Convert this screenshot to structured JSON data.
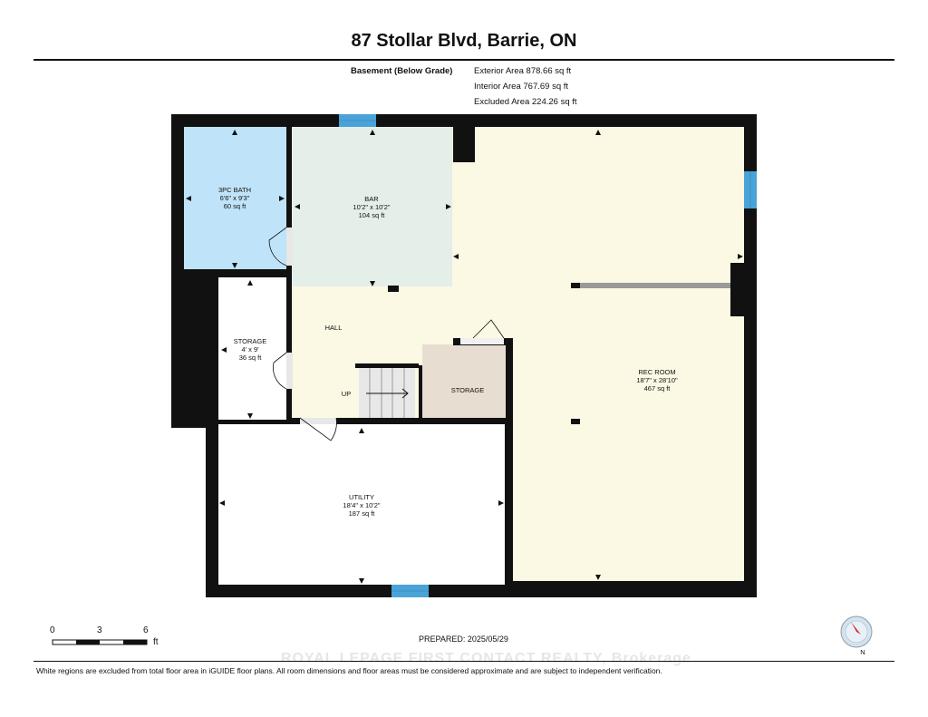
{
  "header": {
    "title": "87 Stollar Blvd, Barrie, ON"
  },
  "floor": {
    "name": "Basement (Below Grade)",
    "exterior_area": "Exterior Area 878.66 sq ft",
    "interior_area": "Interior Area 767.69 sq ft",
    "excluded_area": "Excluded Area 224.26 sq ft"
  },
  "rooms": {
    "bath": {
      "name": "3PC BATH",
      "dims": "6'6\" x 9'3\"",
      "area": "60 sq ft"
    },
    "bar": {
      "name": "BAR",
      "dims": "10'2\" x 10'2\"",
      "area": "104 sq ft"
    },
    "storage1": {
      "name": "STORAGE",
      "dims": "4' x 9'",
      "area": "36 sq ft"
    },
    "hall": {
      "name": "HALL"
    },
    "stairs": {
      "label": "UP"
    },
    "storage2": {
      "name": "STORAGE"
    },
    "rec": {
      "name": "REC ROOM",
      "dims": "18'7\" x 28'10\"",
      "area": "467 sq ft"
    },
    "utility": {
      "name": "UTILITY",
      "dims": "18'4\" x 10'2\"",
      "area": "187 sq ft"
    }
  },
  "colors": {
    "wall": "#111111",
    "bath": "#bfe3f8",
    "bar": "#e3efe8",
    "hall": "#fbf8e3",
    "storage2": "#e7ded1",
    "window": "#4aa3d8"
  },
  "scale": {
    "ticks": [
      "0",
      "3",
      "6"
    ],
    "unit": "ft"
  },
  "prepared": "PREPARED: 2025/05/29",
  "compass": {
    "label": "N",
    "icon": "compass-icon"
  },
  "footer": "White regions are excluded from total floor area in iGUIDE floor plans. All room dimensions and floor areas must be considered approximate and are subject to independent verification.",
  "watermark": "ROYAL LEPAGE FIRST CONTACT REALTY, Brokerage"
}
